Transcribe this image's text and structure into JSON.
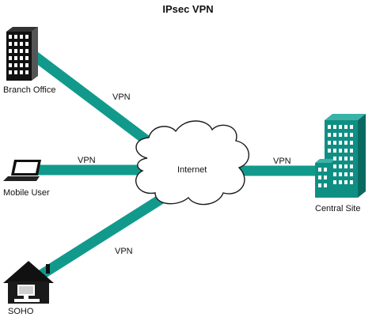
{
  "diagram": {
    "title": "IPsec VPN",
    "nodes": {
      "branch_office": "Branch Office",
      "mobile_user": "Mobile User",
      "soho": "SOHO",
      "internet": "Internet",
      "central_site": "Central Site"
    },
    "links": {
      "branch": "VPN",
      "mobile": "VPN",
      "soho": "VPN",
      "central": "VPN"
    },
    "colors": {
      "tunnel": "#119a8c",
      "building_teal": "#0f8f84",
      "building_dark": "#111111",
      "cloud_fill": "#ffffff",
      "cloud_stroke": "#1a1a1a"
    }
  }
}
